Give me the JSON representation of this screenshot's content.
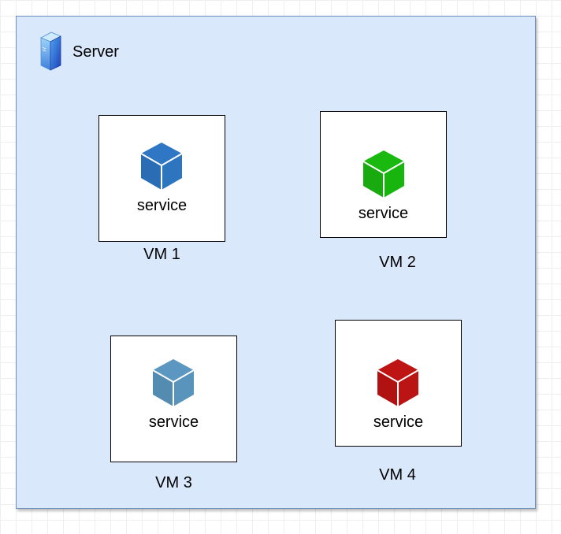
{
  "server": {
    "label": "Server",
    "fill_color": "#dae8fc",
    "border_color": "#6c8ebf"
  },
  "vms": [
    {
      "label": "VM 1",
      "service_label": "service",
      "icon": "cube-icon",
      "cube_color": "#2f77c4"
    },
    {
      "label": "VM 2",
      "service_label": "service",
      "icon": "cube-icon",
      "cube_color": "#1ab90f"
    },
    {
      "label": "VM 3",
      "service_label": "service",
      "icon": "cube-icon",
      "cube_color": "#5b97c0"
    },
    {
      "label": "VM 4",
      "service_label": "service",
      "icon": "cube-icon",
      "cube_color": "#bf1414"
    }
  ]
}
